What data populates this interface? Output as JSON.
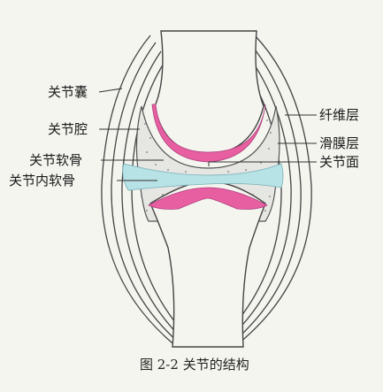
{
  "figure": {
    "caption": "图 2-2  关节的结构",
    "labels": {
      "joint_capsule": "关节囊",
      "joint_cavity": "关节腔",
      "articular_cartilage": "关节软骨",
      "articular_disc": "关节内软骨",
      "fibrous_layer": "纤维层",
      "synovial_layer": "滑膜层",
      "articular_surface": "关节面"
    },
    "colors": {
      "background": "#f4f5ef",
      "cartilage": "#e75fa0",
      "disc": "#b7e2e6",
      "cavity": "#e6e6e2",
      "outline": "#444444"
    }
  }
}
